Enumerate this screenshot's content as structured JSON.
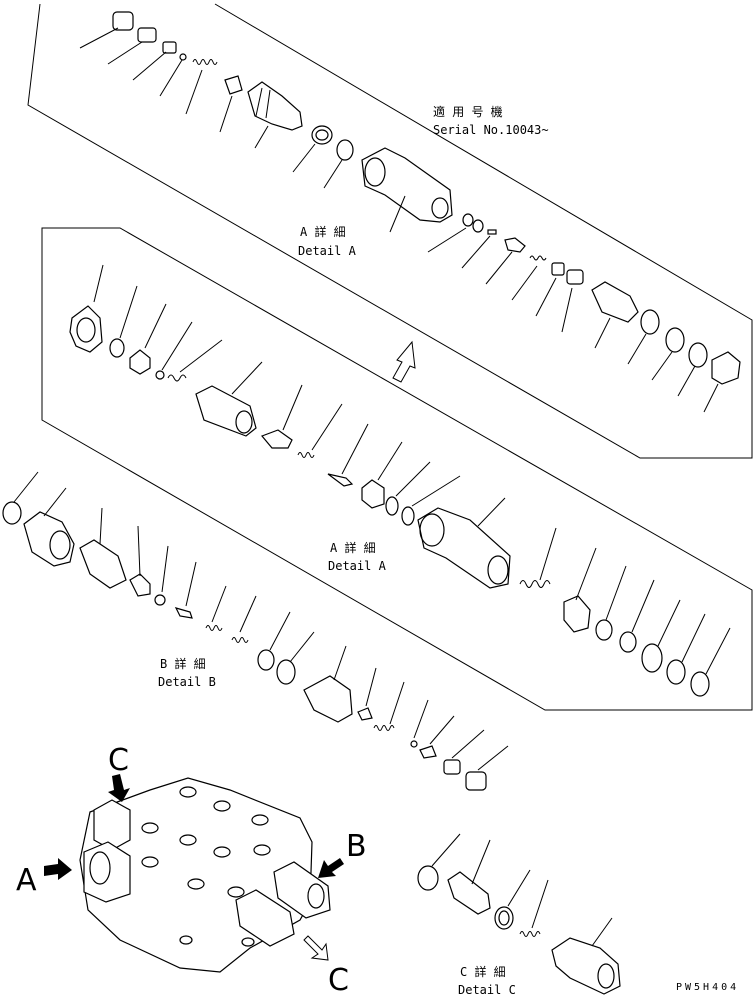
{
  "panel_top": {
    "applicable_jp": "適 用 号 機",
    "serial": "Serial No.10043~",
    "title_jp": "A 詳 細",
    "title_en": "Detail A"
  },
  "panel_mid": {
    "title_jp": "A 詳 細",
    "title_en": "Detail A"
  },
  "panel_b": {
    "title_jp": "B 詳 細",
    "title_en": "Detail B"
  },
  "panel_c": {
    "title_jp": "C 詳 細",
    "title_en": "Detail C"
  },
  "view_markers": {
    "a": "A",
    "b": "B",
    "c_top": "C",
    "c_bottom": "C"
  },
  "drawing_code": "PW5H404"
}
